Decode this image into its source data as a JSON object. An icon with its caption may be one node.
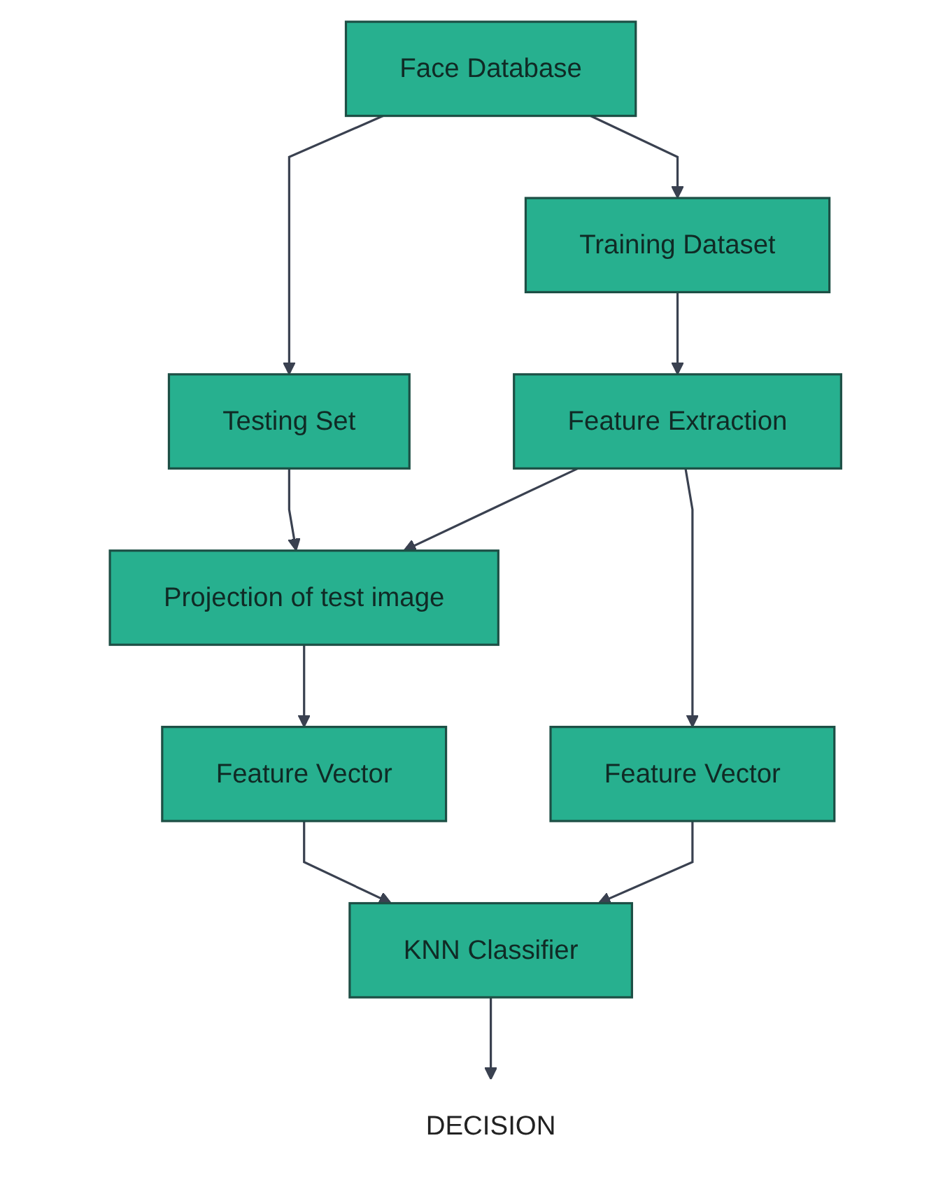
{
  "diagram": {
    "nodes": [
      {
        "text": [
          "Face Database"
        ]
      },
      {
        "text": [
          "Training Dataset"
        ]
      },
      {
        "text": [
          "Testing Set"
        ]
      },
      {
        "text": [
          "Projection of test image"
        ]
      },
      {
        "text": [
          "Feature Extraction"
        ]
      },
      {
        "text": [
          "Feature Vector"
        ]
      },
      {
        "text": [
          "Feature Vector"
        ]
      },
      {
        "text": [
          "KNN Classifier"
        ]
      },
      {
        "text": [
          "DECISION"
        ]
      }
    ],
    "edges": [
      {
        "from": 0,
        "to": 1,
        "arrow": "to"
      },
      {
        "from": 0,
        "to": 2,
        "arrow": "to"
      },
      {
        "from": 1,
        "to": 4,
        "arrow": "to"
      },
      {
        "from": 2,
        "to": 3,
        "arrow": "to"
      },
      {
        "from": 4,
        "to": 3,
        "arrow": "to"
      },
      {
        "from": 3,
        "to": 5,
        "arrow": "to"
      },
      {
        "from": 4,
        "to": 6,
        "arrow": "to"
      },
      {
        "from": 5,
        "to": 7,
        "arrow": "to"
      },
      {
        "from": 6,
        "to": 7,
        "arrow": "to"
      },
      {
        "from": 7,
        "to": 8,
        "arrow": "to"
      }
    ]
  }
}
